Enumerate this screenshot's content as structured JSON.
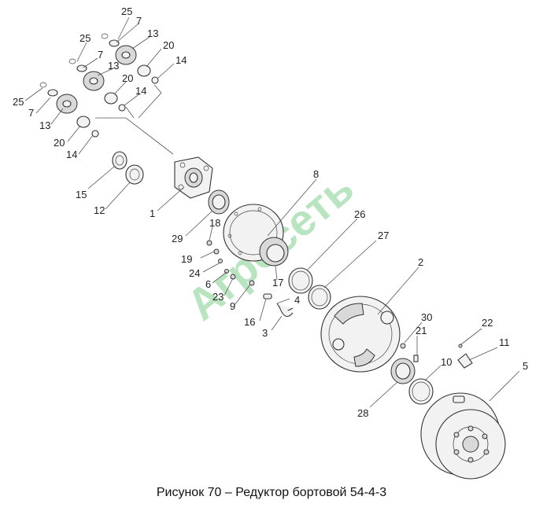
{
  "caption": "Рисунок 70 – Редуктор бортовой 54-4-3",
  "watermark": "Агросеть",
  "callouts": [
    {
      "id": "c-25a",
      "text": "25"
    },
    {
      "id": "c-7a",
      "text": "7"
    },
    {
      "id": "c-13a",
      "text": "13"
    },
    {
      "id": "c-20a",
      "text": "20"
    },
    {
      "id": "c-14a",
      "text": "14"
    },
    {
      "id": "c-25b",
      "text": "25"
    },
    {
      "id": "c-7b",
      "text": "7"
    },
    {
      "id": "c-13b",
      "text": "13"
    },
    {
      "id": "c-20b",
      "text": "20"
    },
    {
      "id": "c-14b",
      "text": "14"
    },
    {
      "id": "c-25c",
      "text": "25"
    },
    {
      "id": "c-7c",
      "text": "7"
    },
    {
      "id": "c-13c",
      "text": "13"
    },
    {
      "id": "c-20c",
      "text": "20"
    },
    {
      "id": "c-14c",
      "text": "14"
    },
    {
      "id": "c-15",
      "text": "15"
    },
    {
      "id": "c-12",
      "text": "12"
    },
    {
      "id": "c-1",
      "text": "1"
    },
    {
      "id": "c-29",
      "text": "29"
    },
    {
      "id": "c-18",
      "text": "18"
    },
    {
      "id": "c-19",
      "text": "19"
    },
    {
      "id": "c-24",
      "text": "24"
    },
    {
      "id": "c-6",
      "text": "6"
    },
    {
      "id": "c-23",
      "text": "23"
    },
    {
      "id": "c-9",
      "text": "9"
    },
    {
      "id": "c-17",
      "text": "17"
    },
    {
      "id": "c-4",
      "text": "4"
    },
    {
      "id": "c-16",
      "text": "16"
    },
    {
      "id": "c-3",
      "text": "3"
    },
    {
      "id": "c-8",
      "text": "8"
    },
    {
      "id": "c-26",
      "text": "26"
    },
    {
      "id": "c-27",
      "text": "27"
    },
    {
      "id": "c-2",
      "text": "2"
    },
    {
      "id": "c-30",
      "text": "30"
    },
    {
      "id": "c-21",
      "text": "21"
    },
    {
      "id": "c-22",
      "text": "22"
    },
    {
      "id": "c-11",
      "text": "11"
    },
    {
      "id": "c-10",
      "text": "10"
    },
    {
      "id": "c-5",
      "text": "5"
    },
    {
      "id": "c-28",
      "text": "28"
    }
  ]
}
